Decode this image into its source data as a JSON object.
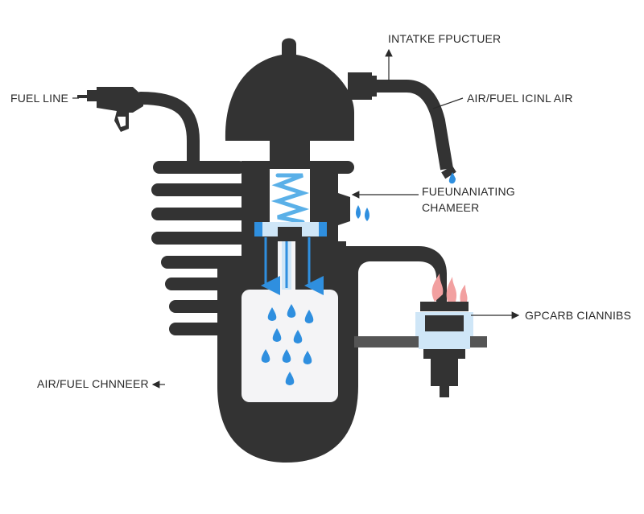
{
  "labels": {
    "intake": "INTATKE FPUCTUER",
    "fuel_line": "FUEL LINE",
    "air_fuel_ignition": "AIR/FUEL ICINL AIR",
    "chamber_line1": "FUEUNANIATING",
    "chamber_line2": "CHAMEER",
    "spark": "GPCARB CIANNIBS",
    "air_fuel_chamber": "AIR/FUEL CHNNEER"
  },
  "colors": {
    "body": "#333333",
    "fuel": "#2f8fdf",
    "fuel_light": "#cfe6f7",
    "spark_flame": "#f2a0a0",
    "leader": "#2a2a2a"
  },
  "icons": [
    "fuel-nozzle-icon",
    "spring-icon",
    "fuel-drop-icon",
    "spark-flame-icon",
    "spark-plug-icon"
  ]
}
